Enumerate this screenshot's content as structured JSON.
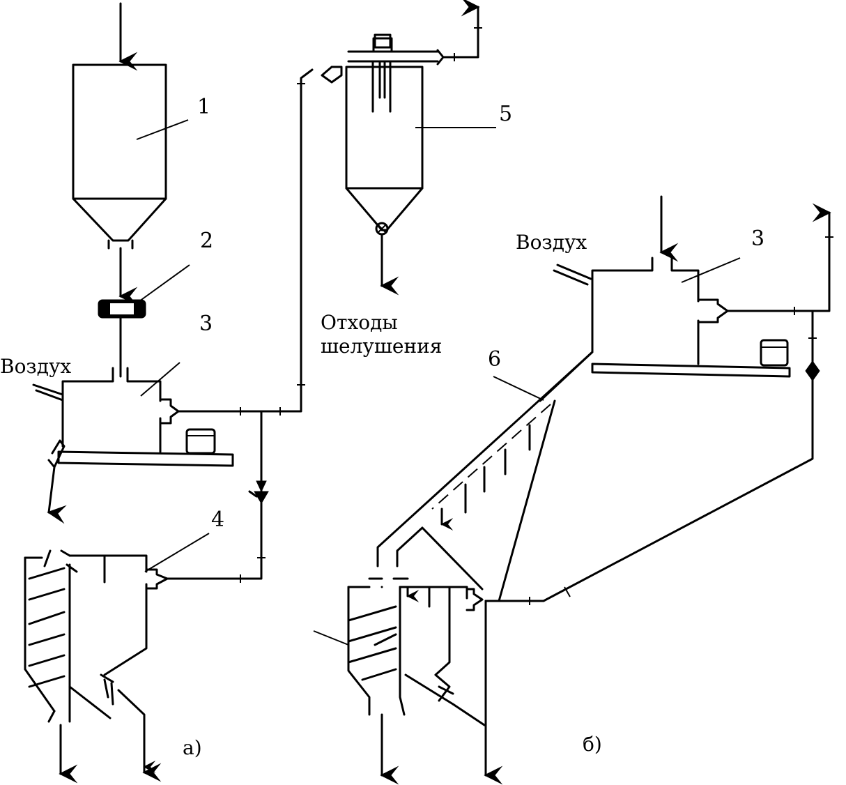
{
  "labels": {
    "num_1": "1",
    "num_2": "2",
    "num_3a": "3",
    "num_4": "4",
    "num_5": "5",
    "num_3b": "3",
    "num_6": "6",
    "air_a": "Воздух",
    "air_b": "Воздух",
    "waste_line1": "Отходы",
    "waste_line2": "шелушения",
    "panel_a": "а)",
    "panel_b": "б)"
  },
  "colors": {
    "line": "#000000",
    "background": "#ffffff"
  }
}
